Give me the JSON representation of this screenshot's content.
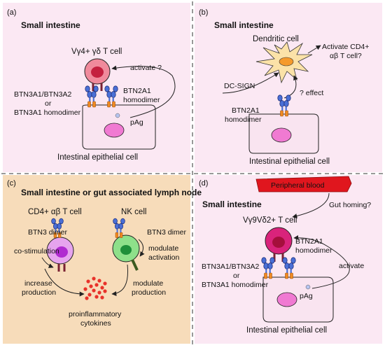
{
  "colors": {
    "panel_pink": "#fbe8f3",
    "panel_orange": "#f7dcba",
    "cell_pink": "#f9e4f0",
    "nucleus": "#f07ad2",
    "tcell_body": "#f08a9c",
    "tcell_nucleus": "#c4203f",
    "magenta_cell": "#d9237b",
    "magenta_nucleus": "#a50f3c",
    "purple_cell": "#e6a4ee",
    "purple_nucleus": "#b02bd0",
    "nk_cell": "#8ee08a",
    "nk_nucleus": "#1e8f3a",
    "btn_blue": "#4a6fd6",
    "btn_orange": "#f08a22",
    "receptor": "#7a2233",
    "dendritic": "#fbe2a8",
    "dendritic_nucleus": "#f59a2c",
    "blood_red": "#e0161e",
    "cytokine": "#e8322a",
    "pag": "#b6c4f0"
  },
  "icons": [
    "btn-dimer-icon",
    "receptor-icon",
    "cell-icon",
    "dendritic-cell-icon",
    "cytokine-dots-icon",
    "arrow-icon"
  ],
  "panel_a": {
    "letter": "(a)",
    "title": "Small intestine",
    "t_cell": "Vγ4+ γδ T cell",
    "activate": "activate ?",
    "btn_left": [
      "BTN3A1/BTN3A2",
      "or",
      "BTN3A1 homodimer"
    ],
    "btn_right": [
      "BTN2A1",
      "homodimer"
    ],
    "pag": "pAg",
    "epithelial": "Intestinal epithelial cell"
  },
  "panel_b": {
    "letter": "(b)",
    "title": "Small intestine",
    "dendritic": "Dendritic cell",
    "activate": [
      "Activate CD4+",
      "αβ T cell?"
    ],
    "dc_sign": "DC-SIGN",
    "effect": "? effect",
    "btn": [
      "BTN2A1",
      "homodimer"
    ],
    "epithelial": "Intestinal epithelial cell"
  },
  "panel_c": {
    "letter": "(c)",
    "title": "Small intestine or gut associated lymph node",
    "cd4": "CD4+ αβ T cell",
    "nk": "NK cell",
    "btn3_left": "BTN3 dimer",
    "btn3_right": "BTN3 dimer",
    "costim": "co-stimulation",
    "modulate_act": [
      "modulate",
      "activation"
    ],
    "increase": [
      "increase",
      "production"
    ],
    "modulate_prod": [
      "modulate",
      "production"
    ],
    "cytokines": [
      "proinflammatory",
      "cytokines"
    ]
  },
  "panel_d": {
    "letter": "(d)",
    "blood": "Peripheral blood",
    "title": "Small intestine",
    "gut_homing": "Gut homing?",
    "t_cell": "Vγ9Vδ2+ T cell",
    "btn_left": [
      "BTN3A1/BTN3A2",
      "or",
      "BTN3A1 homodimer"
    ],
    "btn_right": [
      "BTN2A1",
      "homodimer"
    ],
    "activate": "activate",
    "pag": "pAg",
    "epithelial": "Intestinal epithelial cell"
  }
}
